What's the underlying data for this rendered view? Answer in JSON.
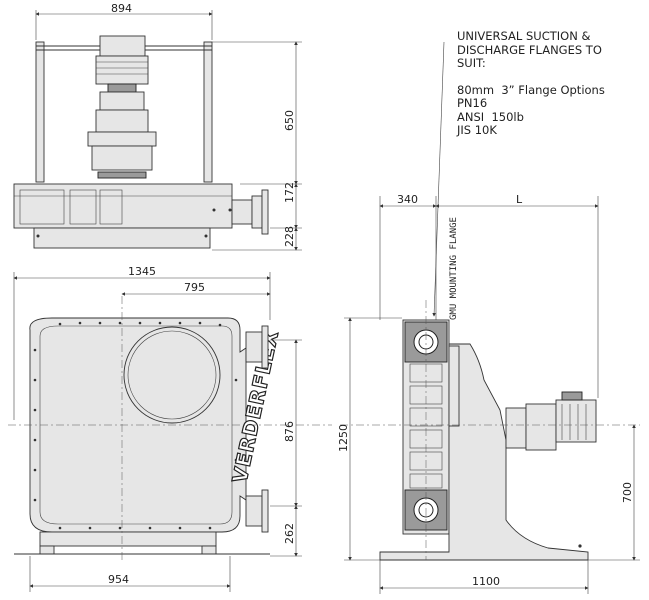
{
  "note": {
    "title_line1": "UNIVERSAL SUCTION &",
    "title_line2": "DISCHARGE FLANGES TO",
    "title_line3": "SUIT:",
    "options_line1": "80mm  3” Flange Options",
    "options_line2": "PN16",
    "options_line3": "ANSI  150lb",
    "options_line4": "JIS 10K"
  },
  "brand": "VERDERFLEX",
  "flange_label": "GMU MOUNTING FLANGE",
  "top_view": {
    "dim_width": "894",
    "dim_650": "650",
    "dim_172": "172",
    "dim_228": "228"
  },
  "front_view": {
    "dim_1345": "1345",
    "dim_795": "795",
    "dim_876": "876",
    "dim_262": "262",
    "dim_954": "954"
  },
  "side_view": {
    "dim_340": "340",
    "dim_L": "L",
    "dim_1250": "1250",
    "dim_700": "700",
    "dim_1100": "1100"
  }
}
